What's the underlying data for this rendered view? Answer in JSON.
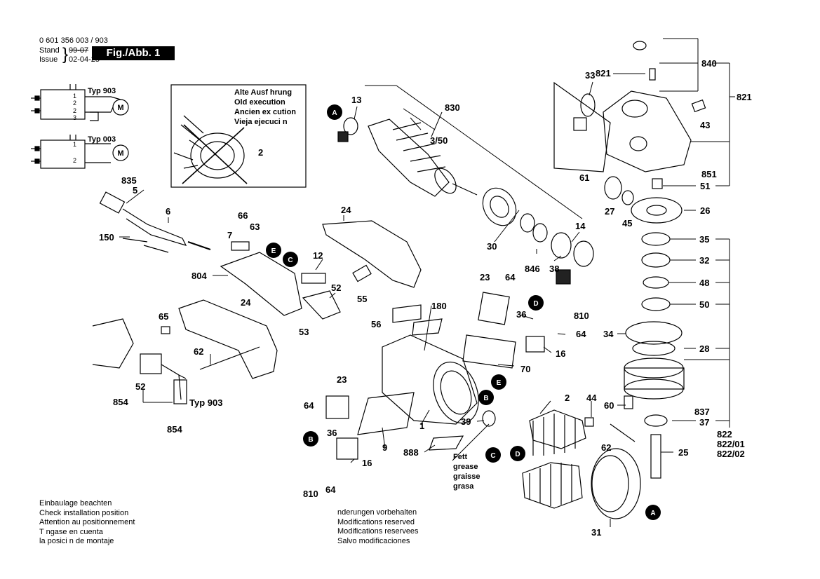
{
  "header": {
    "doc_number": "0 601 356 003 / 903",
    "stand_label": "Stand",
    "stand_value": "99-07",
    "issue_label": "Issue",
    "issue_value": "02-04-25",
    "figure": "Fig./Abb. 1"
  },
  "inset": {
    "lines": [
      "Alte Ausf hrung",
      "Old execution",
      "Ancien ex cution",
      "Vieja ejecuci n"
    ],
    "part": "2"
  },
  "wiring": {
    "typ903": "Typ 903",
    "typ003": "Typ 003",
    "motor_symbol": "M",
    "terminals_903": [
      "1",
      "2",
      "2",
      "3"
    ],
    "terminals_003": [
      "1",
      "2"
    ]
  },
  "grease_note": [
    "Fett",
    "grease",
    "graisse",
    "grasa"
  ],
  "footer_left": [
    "Einbaulage beachten",
    "Check installation position",
    "Attention au positionnement",
    "T ngase en cuenta",
    "la posici n de montaje"
  ],
  "footer_right": [
    "nderungen vorbehalten",
    "Modifications reserved",
    "Modifications reservees",
    "Salvo modificaciones"
  ],
  "typ_label_903": "Typ 903",
  "parts": {
    "p13": "13",
    "p830": "830",
    "p3_50": "3/50",
    "p33": "33",
    "p840": "840",
    "p821a": "821",
    "p821b": "821",
    "p43": "43",
    "p61": "61",
    "p851": "851",
    "p51": "51",
    "p27": "27",
    "p45": "45",
    "p26": "26",
    "p14": "14",
    "p30": "30",
    "p846": "846",
    "p38": "38",
    "p835": "835",
    "p5": "5",
    "p6": "6",
    "p66": "66",
    "p63": "63",
    "p7": "7",
    "p150": "150",
    "p24a": "24",
    "p12": "12",
    "p804": "804",
    "p52a": "52",
    "p55": "55",
    "p53": "53",
    "p24b": "24",
    "p65": "65",
    "p62a": "62",
    "p52b": "52",
    "p854a": "854",
    "p854b": "854",
    "p23a": "23",
    "p64a": "64",
    "p180": "180",
    "p36a": "36",
    "p810a": "810",
    "p64b": "64",
    "p56": "56",
    "p16a": "16",
    "p70": "70",
    "p23b": "23",
    "p64c": "64",
    "p1": "1",
    "p9": "9",
    "p888": "888",
    "p36b": "36",
    "p16b": "16",
    "p64d": "64",
    "p810b": "810",
    "p39": "39",
    "p2": "2",
    "p44": "44",
    "p62b": "62",
    "p31": "31",
    "p35": "35",
    "p32": "32",
    "p48": "48",
    "p50": "50",
    "p34": "34",
    "p28": "28",
    "p60": "60",
    "p837": "837",
    "p37": "37",
    "p25": "25",
    "p822": "822",
    "p822_01": "822/01",
    "p822_02": "822/02"
  },
  "badges": {
    "A": "A",
    "B": "B",
    "C": "C",
    "D": "D",
    "E": "E"
  }
}
